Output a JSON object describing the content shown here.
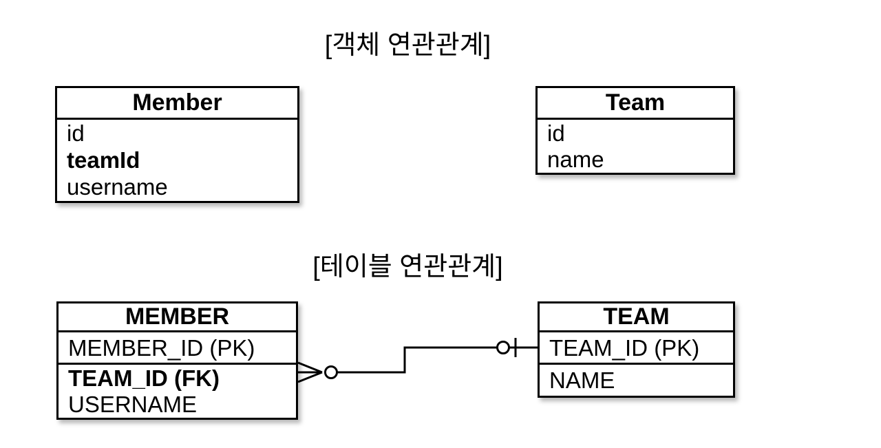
{
  "titles": {
    "object_relationship": "[객체 연관관계]",
    "table_relationship": "[테이블 연관관계]"
  },
  "object_diagram": {
    "member": {
      "title": "Member",
      "fields": [
        {
          "name": "id",
          "bold": false
        },
        {
          "name": "teamId",
          "bold": true
        },
        {
          "name": "username",
          "bold": false
        }
      ]
    },
    "team": {
      "title": "Team",
      "fields": [
        {
          "name": "id",
          "bold": false
        },
        {
          "name": "name",
          "bold": false
        }
      ]
    }
  },
  "table_diagram": {
    "member": {
      "title": "MEMBER",
      "key_fields": [
        {
          "name": "MEMBER_ID (PK)",
          "bold": false
        }
      ],
      "fields": [
        {
          "name": "TEAM_ID (FK)",
          "bold": true
        },
        {
          "name": "USERNAME",
          "bold": false
        }
      ]
    },
    "team": {
      "title": "TEAM",
      "key_fields": [
        {
          "name": "TEAM_ID (PK)",
          "bold": false
        }
      ],
      "fields": [
        {
          "name": "NAME",
          "bold": false
        }
      ]
    },
    "relationship": {
      "member_end_cardinality": "zero-or-many",
      "team_end_cardinality": "zero-or-one"
    }
  },
  "colors": {
    "stroke": "#000000",
    "text": "#000000",
    "box_fill": "#ffffff",
    "background": "#ffffff",
    "shadow": "rgba(0,0,0,0.28)"
  }
}
